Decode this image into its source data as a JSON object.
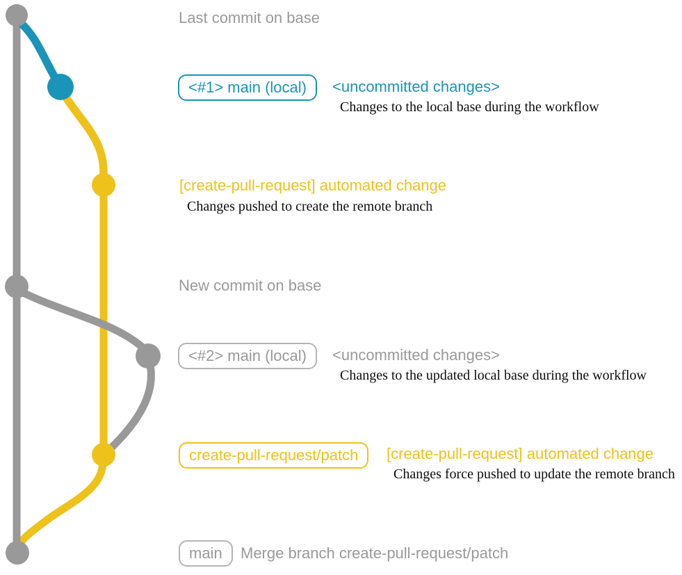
{
  "colors": {
    "gray": "#999999",
    "grayBorder": "#b4b4b4",
    "blue": "#1a94b8",
    "yellow": "#eec11b",
    "ink": "#0d0d0d",
    "bg": "#ffffff"
  },
  "graph": {
    "branches": [
      {
        "name": "base",
        "color": "#999999"
      },
      {
        "name": "main (local)",
        "color_first_run": "#1a94b8",
        "color_second_run": "#999999"
      },
      {
        "name": "create-pull-request/patch",
        "color": "#eec11b"
      }
    ]
  },
  "annotations": {
    "last_commit_label": "Last commit on base",
    "row1": {
      "badge": "<#1> main (local)",
      "title": "<uncommitted changes>",
      "desc": "Changes to the local base during the workflow"
    },
    "row2": {
      "title": "[create-pull-request] automated change",
      "desc": "Changes pushed to create the remote branch"
    },
    "new_commit_label": "New commit on base",
    "row3": {
      "badge": "<#2> main (local)",
      "title": "<uncommitted changes>",
      "desc": "Changes to the updated local base during the workflow"
    },
    "row4": {
      "badge": "create-pull-request/patch",
      "title": "[create-pull-request] automated change",
      "desc": "Changes force pushed to update the remote branch"
    },
    "merge": {
      "badge": "main",
      "label": "Merge branch create-pull-request/patch"
    }
  }
}
